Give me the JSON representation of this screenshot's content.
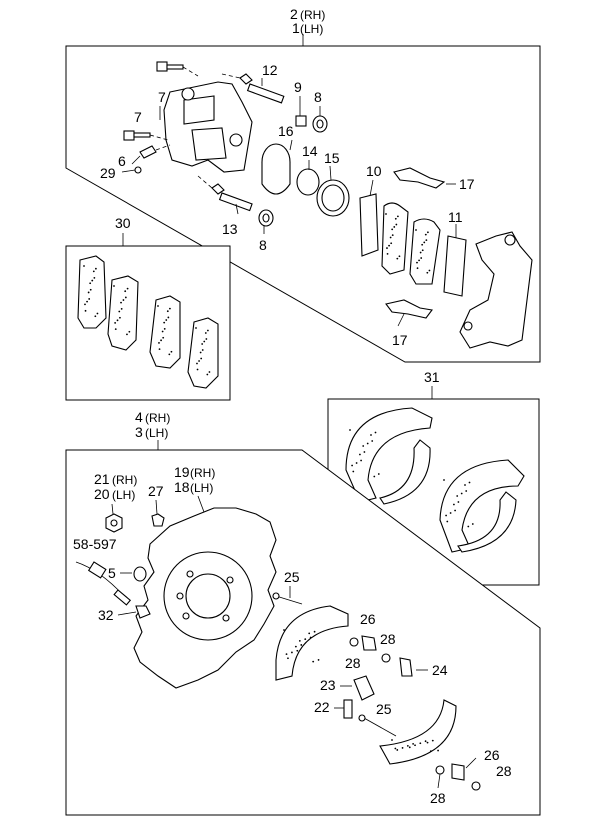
{
  "front_brake": {
    "assembly_rh": "2",
    "assembly_rh_suffix": "(RH)",
    "assembly_lh": "1",
    "assembly_lh_suffix": "(LH)",
    "callouts": [
      {
        "id": "12",
        "name": "guide-pin-12"
      },
      {
        "id": "9",
        "name": "boot-9"
      },
      {
        "id": "8",
        "name": "bushing-8-top"
      },
      {
        "id": "7",
        "name": "bleeder-bolt-7-top"
      },
      {
        "id": "7",
        "name": "bolt-7-lower"
      },
      {
        "id": "16",
        "name": "piston-16"
      },
      {
        "id": "14",
        "name": "piston-seal-14"
      },
      {
        "id": "15",
        "name": "dust-boot-15"
      },
      {
        "id": "6",
        "name": "bleeder-screw-6"
      },
      {
        "id": "29",
        "name": "cap-29"
      },
      {
        "id": "10",
        "name": "shim-10"
      },
      {
        "id": "17",
        "name": "pad-clip-17-top"
      },
      {
        "id": "11",
        "name": "shim-11"
      },
      {
        "id": "13",
        "name": "guide-pin-13"
      },
      {
        "id": "8",
        "name": "bushing-8-lower"
      },
      {
        "id": "17",
        "name": "pad-clip-17-lower"
      }
    ],
    "pad_kit": "30",
    "shoe_kit": "31"
  },
  "rear_brake": {
    "assembly_rh": "4",
    "assembly_rh_suffix": "(RH)",
    "assembly_lh": "3",
    "assembly_lh_suffix": "(LH)",
    "nut_rh": "21",
    "nut_rh_suffix": "(RH)",
    "nut_lh": "20",
    "nut_lh_suffix": "(LH)",
    "bolt": "27",
    "plate_rh": "19",
    "plate_rh_suffix": "(RH)",
    "plate_lh": "18",
    "plate_lh_suffix": "(LH)",
    "cable_ref": "58-597",
    "washer": "5",
    "retainer_pin": "25",
    "clip": "32",
    "callouts": [
      {
        "id": "26",
        "name": "spring-26-top"
      },
      {
        "id": "28",
        "name": "cup-28-top"
      },
      {
        "id": "28",
        "name": "cup-28-mid"
      },
      {
        "id": "24",
        "name": "return-spring-24"
      },
      {
        "id": "23",
        "name": "adjuster-lever-23"
      },
      {
        "id": "22",
        "name": "adjuster-spring-22"
      },
      {
        "id": "25",
        "name": "retainer-pin-25-lower"
      },
      {
        "id": "26",
        "name": "spring-26-lower"
      },
      {
        "id": "28",
        "name": "cup-28-bottom-right"
      },
      {
        "id": "28",
        "name": "cup-28-bottom"
      }
    ]
  }
}
